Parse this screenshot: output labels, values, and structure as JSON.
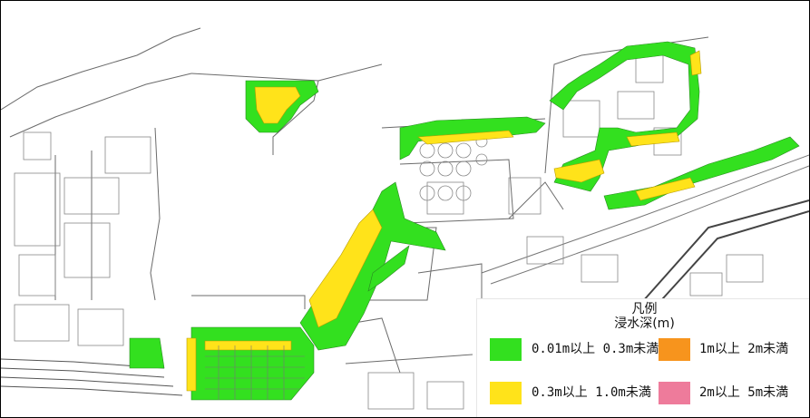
{
  "legend": {
    "title": "凡例",
    "subtitle": "浸水深(m)",
    "items": [
      {
        "label": "0.01m以上 0.3m未満",
        "color": "#33e01f"
      },
      {
        "label": "1m以上 2m未満",
        "color": "#f7941d"
      },
      {
        "label": "0.3m以上 1.0m未満",
        "color": "#ffe31a"
      },
      {
        "label": "2m以上 5m未満",
        "color": "#ee7b9b"
      }
    ]
  },
  "colors": {
    "flood_green": "#33e01f",
    "flood_yellow": "#ffe31a",
    "basemap_line": "#666666"
  }
}
